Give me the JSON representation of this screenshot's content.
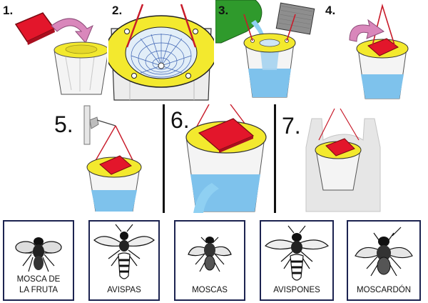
{
  "steps": [
    {
      "number": "1."
    },
    {
      "number": "2."
    },
    {
      "number": "3."
    },
    {
      "number": "4."
    },
    {
      "number": "5."
    },
    {
      "number": "6."
    },
    {
      "number": "7."
    }
  ],
  "insects": [
    {
      "label": "MOSCA DE LA FRUTA",
      "icon": "fruit-fly-icon"
    },
    {
      "label": "AVISPAS",
      "icon": "wasp-icon"
    },
    {
      "label": "MOSCAS",
      "icon": "fly-icon"
    },
    {
      "label": "AVISPONES",
      "icon": "hornet-icon"
    },
    {
      "label": "MOSCARDÓN",
      "icon": "blowfly-icon"
    }
  ],
  "colors": {
    "lid_yellow": "#f3e92e",
    "cap_red": "#e3162b",
    "water_blue": "#7ec2ec",
    "bottle_green": "#2f9a2c",
    "arrow_pink": "#d987bb",
    "frame_navy": "#1c2350"
  }
}
